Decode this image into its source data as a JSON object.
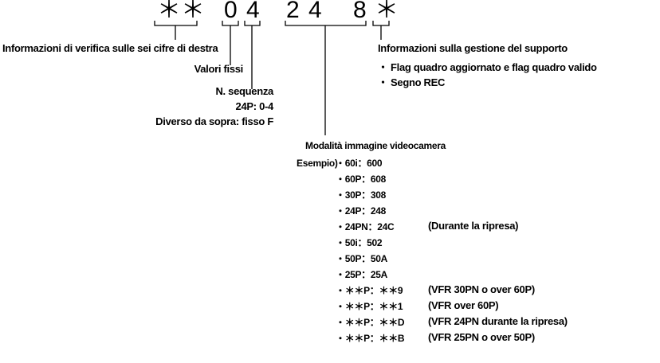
{
  "code_chars": [
    "＊",
    "＊",
    "0",
    "4",
    "2",
    "4",
    "8",
    "＊"
  ],
  "labels": {
    "check_info": "Informazioni di verifica sulle sei cifre di destra",
    "fixed": "Valori fissi",
    "sequence_title": "N. sequenza",
    "sequence_24p": "24P: 0-4",
    "sequence_other": "Diverso da sopra: fisso F",
    "media_title": "Informazioni sulla gestione del supporto",
    "media_items": [
      "・ Flag quadro aggiornato e flag quadro valido",
      "・ Segno REC"
    ],
    "mode_title": "Modalità immagine videocamera",
    "example": "Esempio)"
  },
  "modes": [
    {
      "code": "・60i：600",
      "note": ""
    },
    {
      "code": "・60P：608",
      "note": ""
    },
    {
      "code": "・30P：308",
      "note": ""
    },
    {
      "code": "・24P：248",
      "note": ""
    },
    {
      "code": "・24PN：24C",
      "note": "(Durante la ripresa)"
    },
    {
      "code": "・50i：502",
      "note": ""
    },
    {
      "code": "・50P：50A",
      "note": ""
    },
    {
      "code": "・25P：25A",
      "note": ""
    },
    {
      "code": "・＊＊P：＊＊9",
      "note": "(VFR 30PN o over 60P)"
    },
    {
      "code": "・＊＊P：＊＊1",
      "note": "(VFR over 60P)"
    },
    {
      "code": "・＊＊P：＊＊D",
      "note": "(VFR 24PN durante la ripresa)"
    },
    {
      "code": "・＊＊P：＊＊B",
      "note": "(VFR 25PN o over 50P)"
    }
  ]
}
